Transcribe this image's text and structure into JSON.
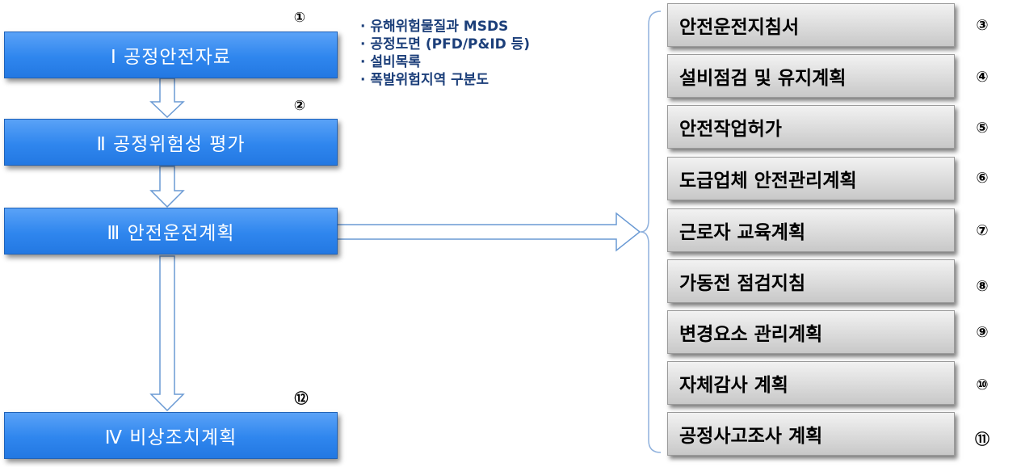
{
  "left_steps": [
    {
      "label": "Ⅰ  공정안전자료",
      "num": "①"
    },
    {
      "label": "Ⅱ  공정위험성 평가",
      "num": "②"
    },
    {
      "label": "Ⅲ  안전운전계획",
      "num": ""
    },
    {
      "label": "Ⅳ  비상조치계획",
      "num": "⑫"
    }
  ],
  "bullets": [
    "유해위험물질과 MSDS",
    "공정도면 (PFD/P&ID 등)",
    "설비목록",
    "폭발위험지역 구분도"
  ],
  "right_items": [
    {
      "label": "안전운전지침서",
      "num": "③"
    },
    {
      "label": "설비점검 및 유지계획",
      "num": "④"
    },
    {
      "label": "안전작업허가",
      "num": "⑤"
    },
    {
      "label": "도급업체 안전관리계획",
      "num": "⑥"
    },
    {
      "label": "근로자 교육계획",
      "num": "⑦"
    },
    {
      "label": "가동전 점검지침",
      "num": "⑧"
    },
    {
      "label": "변경요소 관리계획",
      "num": "⑨"
    },
    {
      "label": "자체감사 계획",
      "num": "⑩"
    },
    {
      "label": "공정사고조사 계획",
      "num": "⑪"
    }
  ],
  "colors": {
    "step_blue": "#2f86ee",
    "bullet_text": "#1c3f7a",
    "item_gray": "#d9d9d9"
  }
}
